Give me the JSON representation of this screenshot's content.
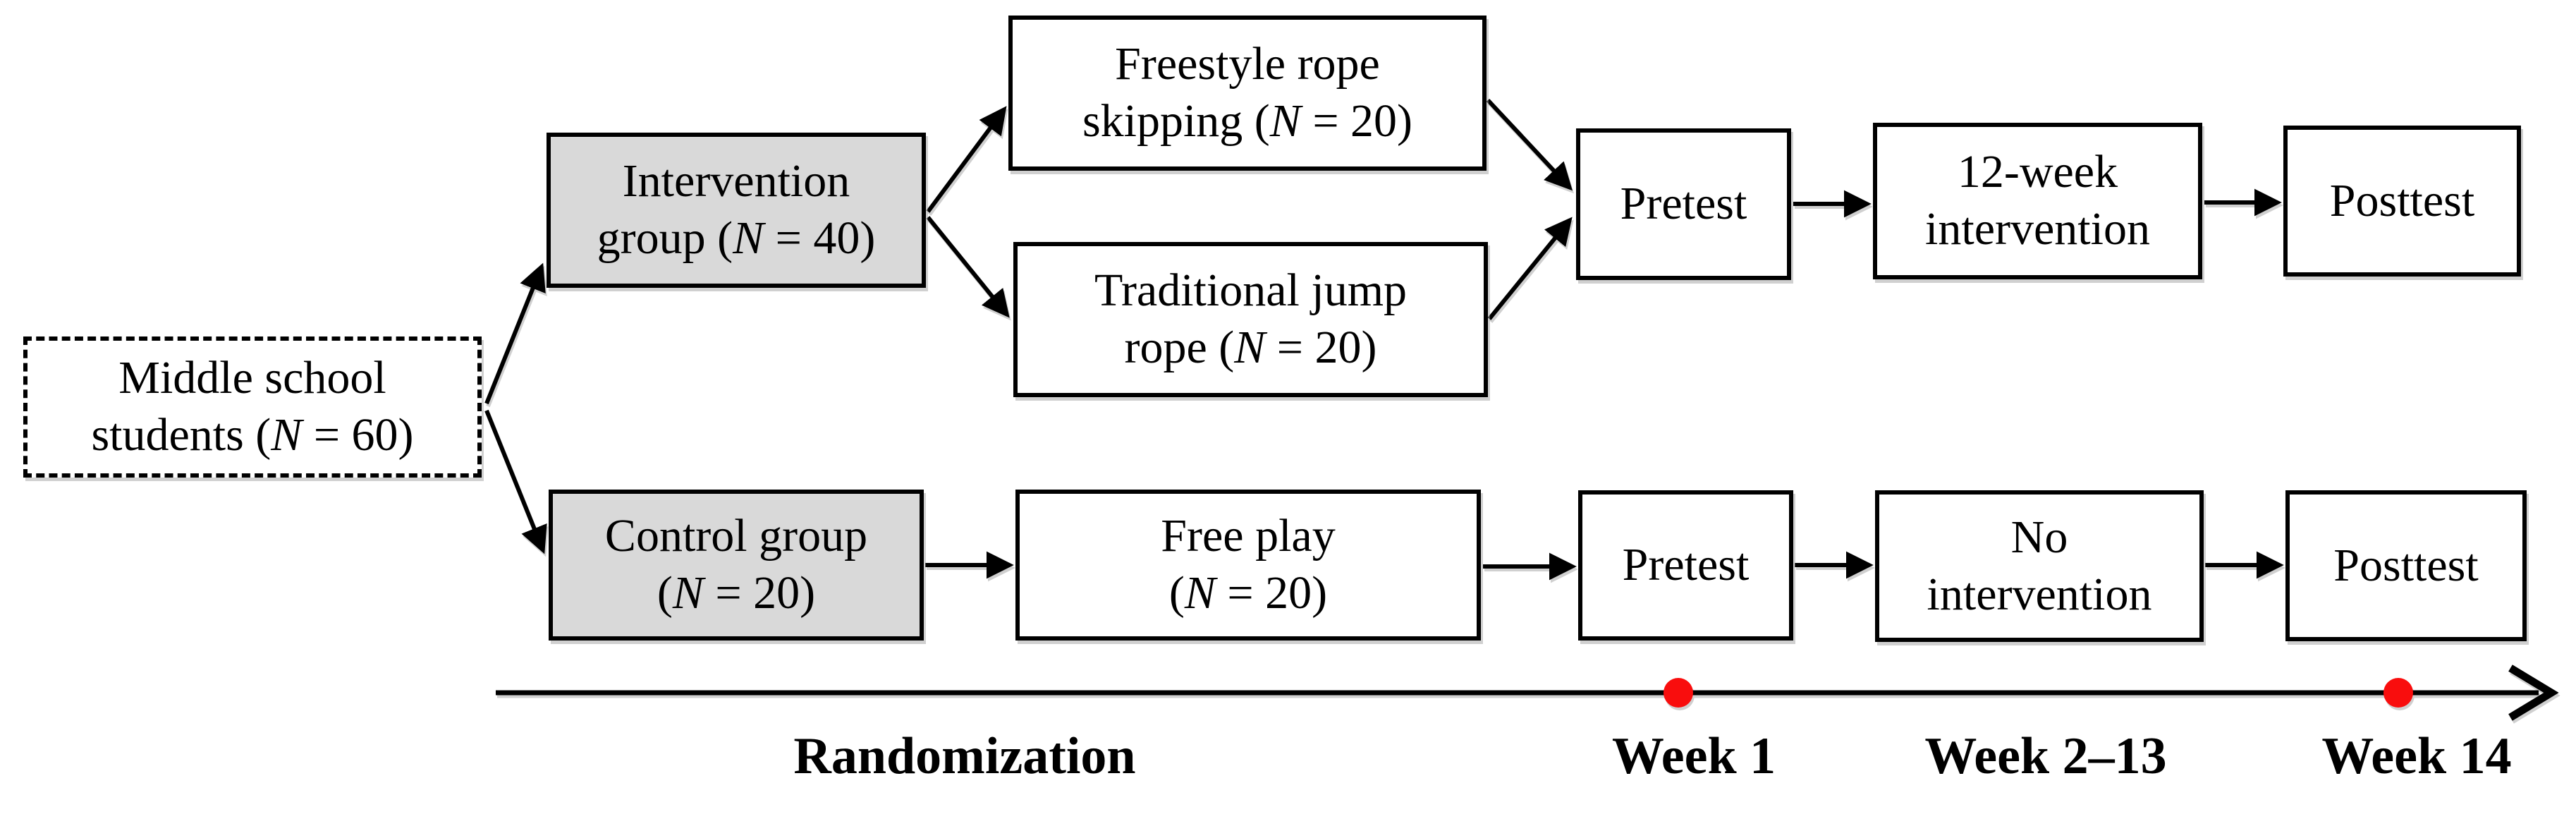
{
  "figure": {
    "type": "study-design-flowchart",
    "boxes": {
      "source": {
        "label": "Middle school\nstudents (N = 60)"
      },
      "intervention_group": {
        "label": "Intervention\ngroup (N = 40)"
      },
      "control_group": {
        "label": "Control group\n(N = 20)"
      },
      "freestyle": {
        "label": "Freestyle rope\nskipping (N = 20)"
      },
      "traditional": {
        "label": "Traditional jump\nrope (N = 20)"
      },
      "free_play": {
        "label": "Free play\n(N = 20)"
      },
      "pretest_top": {
        "label": "Pretest"
      },
      "pretest_bottom": {
        "label": "Pretest"
      },
      "intervention_12wk": {
        "label": "12-week\nintervention"
      },
      "no_intervention": {
        "label": "No\nintervention"
      },
      "posttest_top": {
        "label": "Posttest"
      },
      "posttest_bottom": {
        "label": "Posttest"
      }
    },
    "timeline": {
      "randomization": "Randomization",
      "week1": "Week 1",
      "week2_13": "Week 2–13",
      "week14": "Week 14",
      "marker_color": "#f90d0d",
      "line_color": "#000000"
    },
    "colors": {
      "group_box_fill": "#d9d9d9",
      "plain_box_fill": "#ffffff",
      "border": "#000000"
    }
  }
}
